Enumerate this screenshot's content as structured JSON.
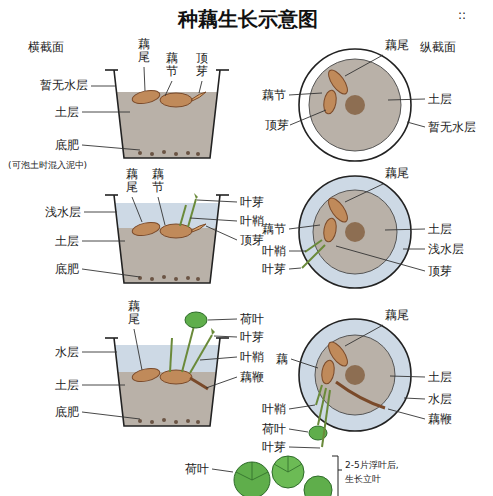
{
  "diagram": {
    "title": "种藕生长示意图",
    "labels": [
      "横截面",
      "纵截面",
      "藕尾",
      "藕节",
      "顶芽",
      "暂无水层",
      "土层",
      "底肥",
      "(可泡土时混入泥中)",
      "藕尾",
      "藕节",
      "土层",
      "顶芽",
      "暂无水层",
      "藕尾",
      "藕节",
      "叶芽",
      "浅水层",
      "叶鞘",
      "土层",
      "顶芽",
      "底肥",
      "藕尾",
      "藕节",
      "土层",
      "叶鞘",
      "浅水层",
      "叶芽",
      "顶芽",
      "藕尾",
      "荷叶",
      "叶芽",
      "水层",
      "叶鞘",
      "土层",
      "藕鞭",
      "底肥",
      "藕尾",
      "藕",
      "土层",
      "水层",
      "叶鞘",
      "藕鞭",
      "荷叶",
      "叶芽",
      "荷叶",
      "2-5片浮叶后,",
      "生长立叶",
      "::"
    ]
  }
}
